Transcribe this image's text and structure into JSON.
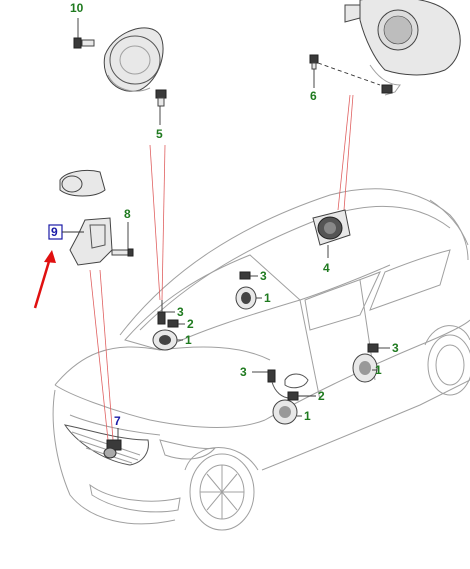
{
  "callouts": {
    "c10": "10",
    "c5": "5",
    "c6": "6",
    "c8": "8",
    "c9": "9",
    "c4": "4",
    "c3a": "3",
    "c1a": "1",
    "c3b": "3",
    "c2b": "2",
    "c1b": "1",
    "c3c": "3",
    "c1c": "1",
    "c3d": "3",
    "c2d": "2",
    "c1d": "1",
    "c7": "7"
  },
  "colors": {
    "callout_green": "#1f7a1f",
    "callout_blue": "#1a1aa6",
    "highlight_box": "#1a1aa6",
    "pointer_arrow": "#e01010",
    "leader_red": "#e06060"
  }
}
